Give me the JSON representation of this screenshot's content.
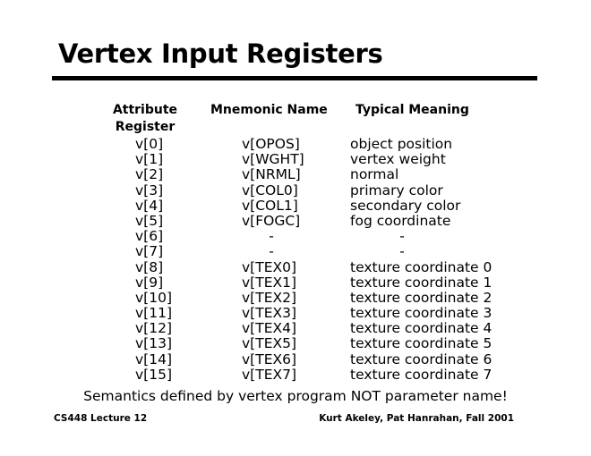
{
  "slide": {
    "title": "Vertex Input Registers"
  },
  "table": {
    "headers": {
      "attribute_line1": "Attribute",
      "attribute_line2": "Register",
      "mnemonic": "Mnemonic Name",
      "meaning": "Typical Meaning"
    },
    "rows": [
      {
        "register": "v[0]",
        "mnemonic": "v[OPOS]",
        "meaning": "object position"
      },
      {
        "register": "v[1]",
        "mnemonic": "v[WGHT]",
        "meaning": "vertex weight"
      },
      {
        "register": "v[2]",
        "mnemonic": "v[NRML]",
        "meaning": "normal"
      },
      {
        "register": "v[3]",
        "mnemonic": "v[COL0]",
        "meaning": "primary color"
      },
      {
        "register": "v[4]",
        "mnemonic": "v[COL1]",
        "meaning": "secondary color"
      },
      {
        "register": "v[5]",
        "mnemonic": "v[FOGC]",
        "meaning": "fog coordinate"
      },
      {
        "register": "v[6]",
        "mnemonic": "-",
        "meaning": "-"
      },
      {
        "register": "v[7]",
        "mnemonic": "-",
        "meaning": "-"
      },
      {
        "register": "v[8]",
        "mnemonic": "v[TEX0]",
        "meaning": "texture coordinate 0"
      },
      {
        "register": "v[9]",
        "mnemonic": "v[TEX1]",
        "meaning": "texture coordinate 1"
      },
      {
        "register": "v[10]",
        "mnemonic": "v[TEX2]",
        "meaning": "texture coordinate 2"
      },
      {
        "register": "v[11]",
        "mnemonic": "v[TEX3]",
        "meaning": "texture coordinate 3"
      },
      {
        "register": "v[12]",
        "mnemonic": "v[TEX4]",
        "meaning": "texture coordinate 4"
      },
      {
        "register": "v[13]",
        "mnemonic": "v[TEX5]",
        "meaning": "texture coordinate 5"
      },
      {
        "register": "v[14]",
        "mnemonic": "v[TEX6]",
        "meaning": "texture coordinate 6"
      },
      {
        "register": "v[15]",
        "mnemonic": "v[TEX7]",
        "meaning": "texture coordinate 7"
      }
    ]
  },
  "note": "Semantics defined by vertex program NOT parameter name!",
  "footer": {
    "left": "CS448 Lecture 12",
    "right": "Kurt Akeley, Pat Hanrahan, Fall 2001"
  },
  "colors": {
    "text": "#000000",
    "background": "#ffffff",
    "rule": "#000000"
  }
}
